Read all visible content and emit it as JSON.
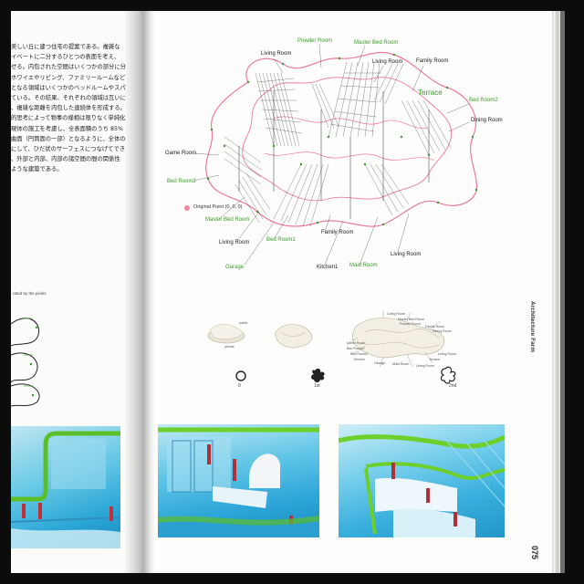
{
  "left_page": {
    "japanese_text": [
      "美しい丘に建つ住宅の提案である。複雑な",
      "イベートに二分するひとつの表面を考え、",
      "せる。内包された空間はいくつかの部分に分",
      "ホワイエやリビング、ファミリールームなど",
      "となる領域はいくつかのベッドルームやスパ",
      "ている。その結果、それぞれの領域は互いに",
      "、複雑な距離を内包した連続体を形成する。",
      "的思考によって物事の様相は限りなく単純化",
      "現体の施工を考慮し、全表面積のうち 85%",
      "曲面（円筒面の一部）となるように、全体の",
      "にして、ひだ状のサーフェスにつなげてでき",
      "、外部と内部、内部の諸空間の間の関係性",
      "ような建築である。"
    ],
    "caption": "rated by the pixels"
  },
  "diagram": {
    "labels_dark": [
      "Living Room",
      "Living Room",
      "Family Room",
      "Dining Room",
      "Game Room",
      "Living Room",
      "Family Room",
      "Kitchen1",
      "Living Room"
    ],
    "labels_green": [
      "Powder Room",
      "Master Bed Room",
      "Bed Room2",
      "Bed Room2",
      "Master Bed Room",
      "Bed Room1",
      "Garage",
      "Maid Room"
    ],
    "terrace_label": "Terrace",
    "origin_label": "Original Point (0, 0, 0)"
  },
  "models": {
    "labels": [
      "public",
      "private"
    ],
    "stages": [
      "0",
      "1st",
      "2nd"
    ],
    "model3_labels": [
      "Living Room",
      "Master Bed Room",
      "Powder Room",
      "Family Room",
      "Dining Room",
      "Game Room",
      "Bed Room1",
      "Bed Room2",
      "Kitchen",
      "Garage",
      "Maid Room",
      "Living Room",
      "Terrace",
      "Living Room"
    ]
  },
  "side_title": "Architecture Farm",
  "page_number": "075"
}
